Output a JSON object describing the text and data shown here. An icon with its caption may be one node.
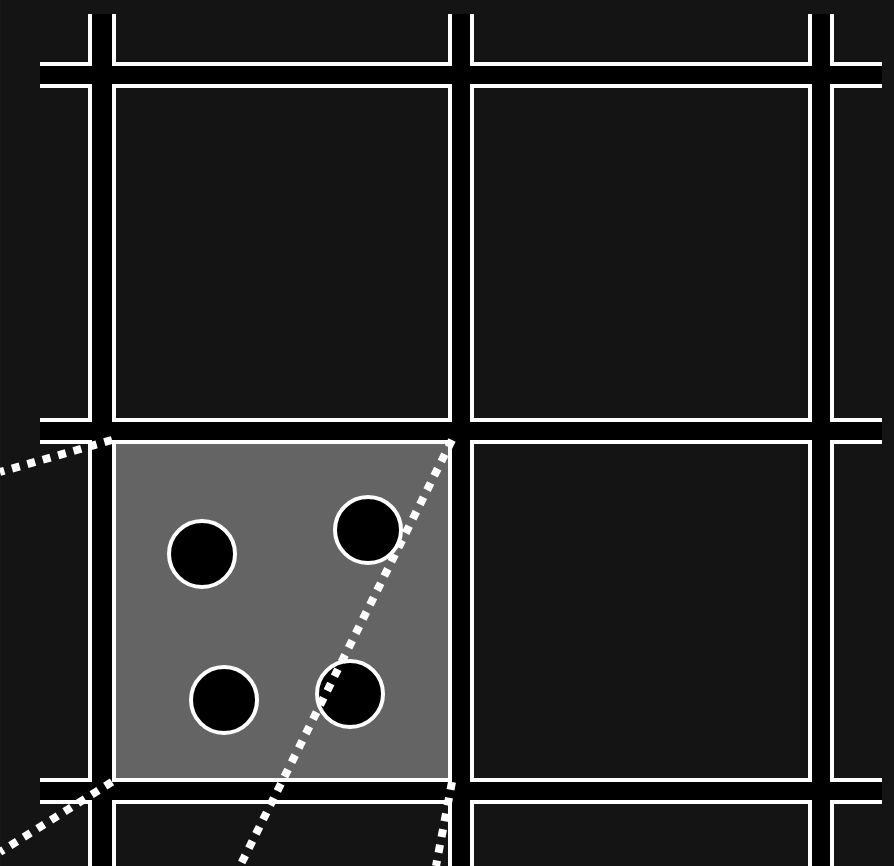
{
  "diagram": {
    "nodes": [
      {
        "text": [],
        "shape": "box"
      },
      {
        "text": [],
        "shape": "box"
      },
      {
        "text": [],
        "shape": "box"
      },
      {
        "text": [],
        "shape": "box"
      },
      {
        "text": [],
        "shape": "circle",
        "in": 2
      },
      {
        "text": [],
        "shape": "circle",
        "in": 2
      },
      {
        "text": [],
        "shape": "circle",
        "in": 2
      },
      {
        "text": [],
        "shape": "circle",
        "in": 2
      }
    ],
    "edges": [
      {
        "from": 2,
        "to": null,
        "arrow": "none",
        "style": "dashed"
      },
      {
        "from": 2,
        "to": null,
        "arrow": "none",
        "style": "dashed"
      },
      {
        "from": 2,
        "to": null,
        "arrow": "none",
        "style": "dashed"
      },
      {
        "from": 2,
        "to": null,
        "arrow": "none",
        "style": "dashed"
      }
    ]
  }
}
